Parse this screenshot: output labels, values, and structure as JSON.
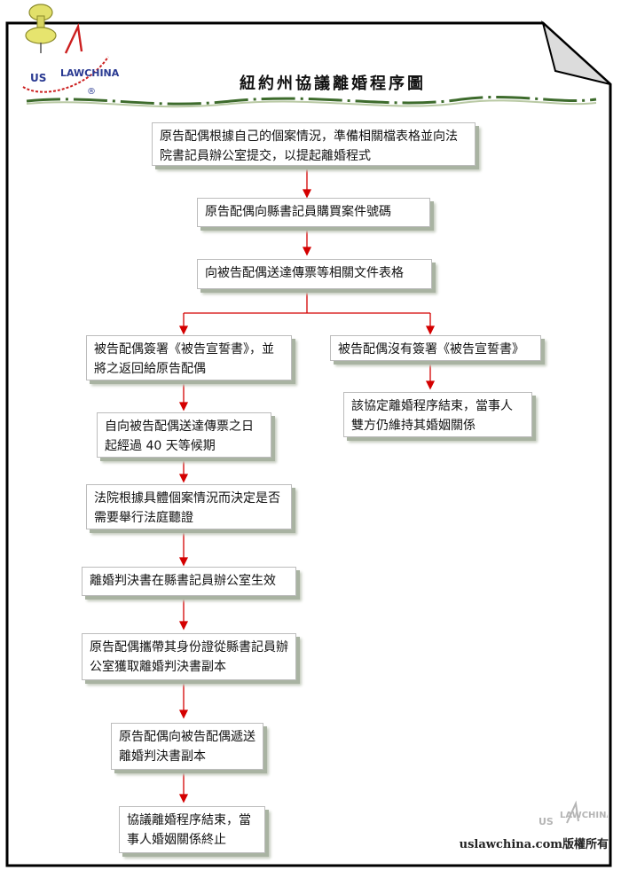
{
  "title": "紐約州協議離婚程序圖",
  "logo": {
    "text_left": "US",
    "text_right": "LAWCHINA",
    "registered": "®"
  },
  "watermark": {
    "text_left": "US",
    "text_right": "LAWCHINA"
  },
  "copyright": "uslawchina.com版權所有",
  "colors": {
    "arrow": "#d40000",
    "shadow": "#a9b3a2",
    "logo_blue": "#2a3a92",
    "logo_red": "#cc1f1f"
  },
  "steps": {
    "s1": "原告配偶根據自己的個案情況，準備相關檔表格並向法院書記員辦公室提交，以提起離婚程式",
    "s2": "原告配偶向縣書記員購買案件號碼",
    "s3": "向被告配偶送達傳票等相關文件表格",
    "l1": "被告配偶簽署《被告宣誓書》，並將之返回給原告配偶",
    "l2": "自向被告配偶送達傳票之日起經過 40 天等候期",
    "l3": "法院根據具體個案情況而決定是否需要舉行法庭聽證",
    "l4": "離婚判決書在縣書記員辦公室生效",
    "l5": "原告配偶攜帶其身份證從縣書記員辦公室獲取離婚判決書副本",
    "l6": "原告配偶向被告配偶遞送離婚判決書副本",
    "l7": "協議離婚程序結束，當事人婚姻關係終止",
    "r1": "被告配偶沒有簽署《被告宣誓書》",
    "r2": "該協定離婚程序結束，當事人雙方仍維持其婚姻關係"
  }
}
